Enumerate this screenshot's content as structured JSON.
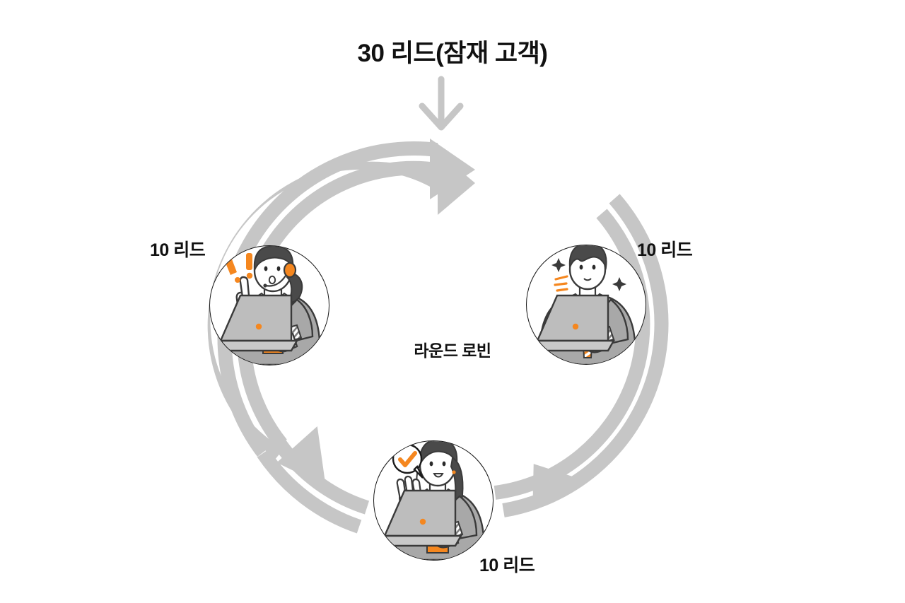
{
  "diagram": {
    "title": "30 리드(잠재 고객)",
    "center_label": "라운드 로빈",
    "type": "round-robin-cycle",
    "colors": {
      "arrow_gray": "#C6C6C6",
      "accent_orange": "#F5871F",
      "outline_dark": "#3A3A3A",
      "skin": "#FFFFFF",
      "suit_gray": "#A8A8A8",
      "hair_dark": "#4A4A4A",
      "laptop_gray": "#BDBDBD",
      "text_black": "#111111",
      "background": "#FFFFFF"
    },
    "inflow_arrow": {
      "label": "down-arrow",
      "direction": "down",
      "color": "#C6C6C6"
    },
    "cycle_arrows": [
      {
        "name": "arrow-top-right",
        "direction": "clockwise",
        "color": "#C6C6C6"
      },
      {
        "name": "arrow-bottom-right",
        "direction": "clockwise",
        "color": "#C6C6C6"
      },
      {
        "name": "arrow-left",
        "direction": "clockwise",
        "color": "#C6C6C6"
      }
    ],
    "nodes": [
      {
        "id": "agent-left",
        "label": "10 리드",
        "label_position": "top-left",
        "icon": "headset-agent-pointing-up-icon",
        "description": "여성 상담원, 헤드셋, 검지 들고 느낌표",
        "accents": [
          "exclamation-marks",
          "headset",
          "orange-badge"
        ]
      },
      {
        "id": "agent-right",
        "label": "10 리드",
        "label_position": "top-right",
        "icon": "businessman-laptop-icon",
        "description": "정장 차림 남성, 노트북, 반짝임 효과",
        "accents": [
          "sparkles",
          "striped-orange-tie",
          "speed-lines"
        ]
      },
      {
        "id": "agent-bottom",
        "label": "10 리드",
        "label_position": "bottom-right",
        "icon": "woman-ok-gesture-icon",
        "description": "여성, OK 손동작, 체크 말풍선",
        "accents": [
          "check-speech-bubble",
          "ok-hand",
          "orange-top"
        ]
      }
    ]
  }
}
